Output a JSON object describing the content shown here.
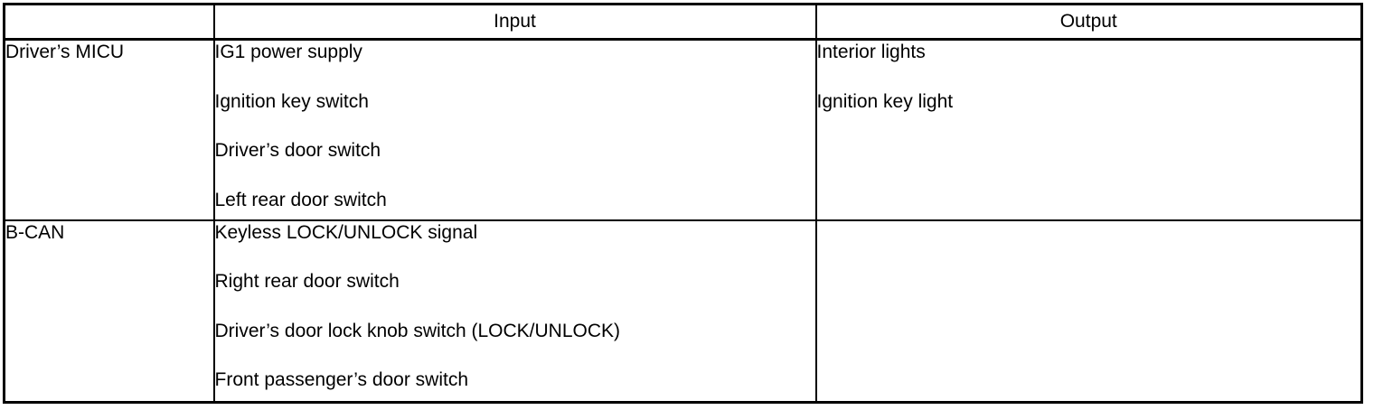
{
  "table": {
    "headers": {
      "blank": "",
      "input": "Input",
      "output": "Output"
    },
    "rows": [
      {
        "source": "Driver’s MICU",
        "inputs": [
          "IG1 power supply",
          "Ignition key switch",
          "Driver’s door switch",
          "Left rear door switch"
        ],
        "outputs": [
          "Interior lights",
          "Ignition key light"
        ]
      },
      {
        "source": "B-CAN",
        "inputs": [
          "Keyless LOCK/UNLOCK signal",
          "Right rear door switch",
          "Driver’s door lock knob switch (LOCK/UNLOCK)",
          "Front passenger’s door switch"
        ],
        "outputs": []
      }
    ]
  },
  "colors": {
    "border": "#000000",
    "text": "#000000",
    "background": "#ffffff"
  }
}
